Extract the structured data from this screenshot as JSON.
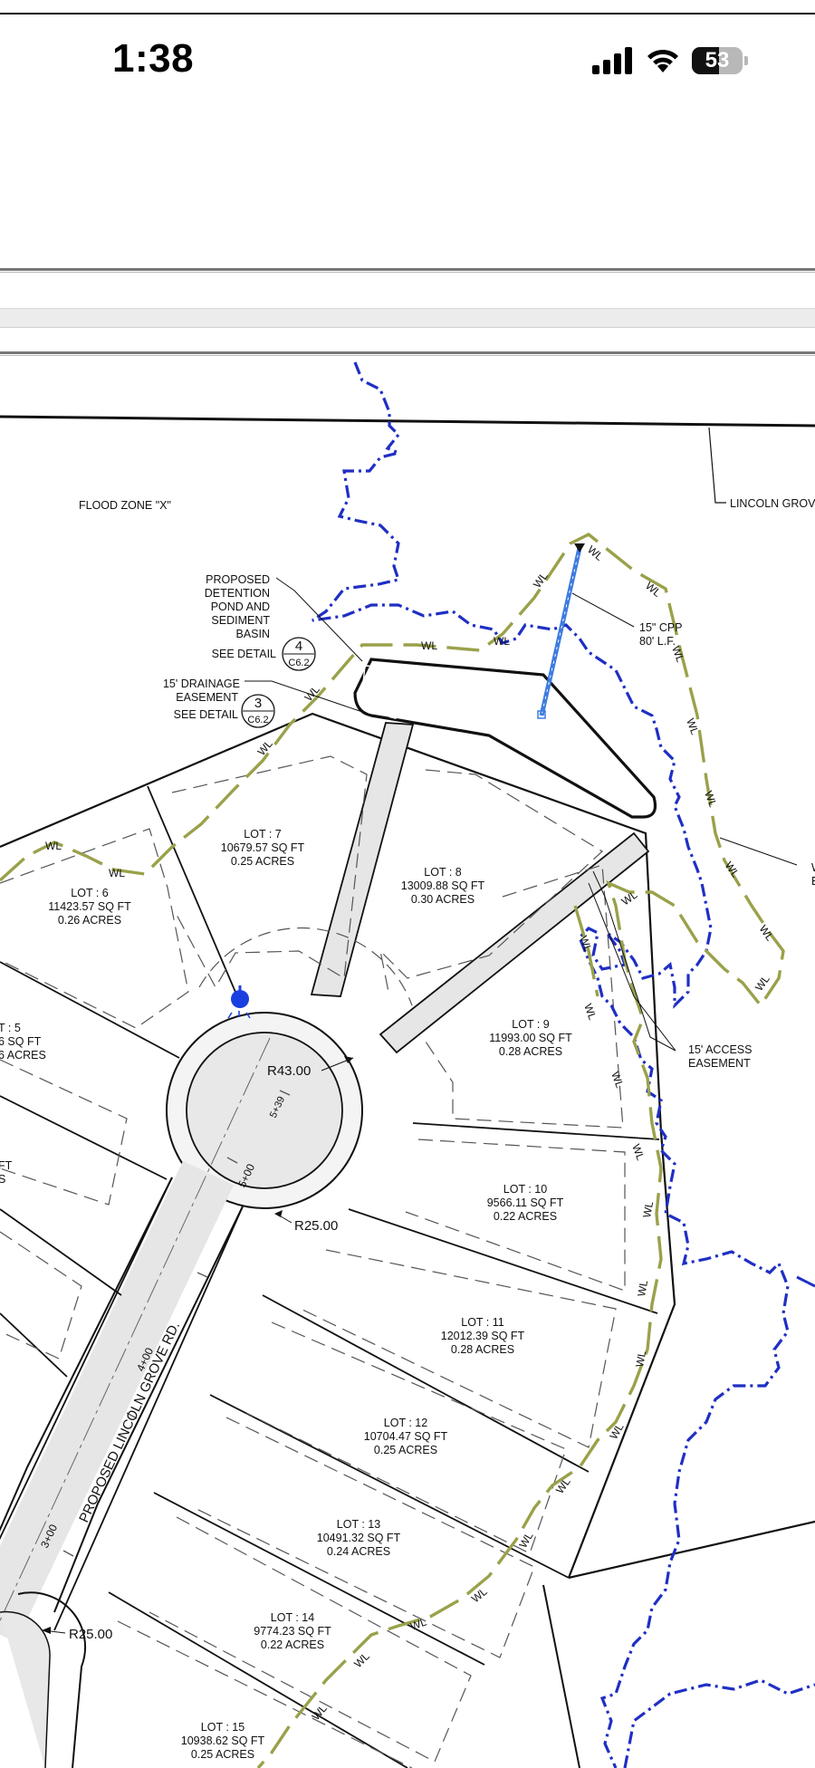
{
  "status_bar": {
    "time": "1:38",
    "battery_level": "53",
    "icons": [
      "cellular-signal-icon",
      "wifi-icon",
      "battery-icon"
    ]
  },
  "plan": {
    "flood_zone": "FLOOD ZONE \"X\"",
    "lincoln_grove_label": "LINCOLN GROV",
    "detention_label": [
      "PROPOSED",
      "DETENTION",
      "POND AND",
      "SEDIMENT",
      "BASIN"
    ],
    "detention_see_detail": "SEE DETAIL",
    "detention_detail_num": "4",
    "detention_detail_sheet": "C6.2",
    "drainage_label": [
      "15' DRAINAGE",
      "EASEMENT"
    ],
    "drainage_see_detail": "SEE DETAIL",
    "drainage_detail_num": "3",
    "drainage_detail_sheet": "C6.2",
    "cpp_label": [
      "15\" CPP",
      "80' L.F."
    ],
    "access_label": [
      "15' ACCESS",
      "EASEMENT"
    ],
    "partial_right_labels": [
      "W",
      "E"
    ],
    "road_name": "PROPOSED LINCOLN GROVE RD.",
    "radius_1": "R43.00",
    "radius_2": "R25.00",
    "radius_3": "R25.00",
    "stations": [
      "5+39",
      "5+00",
      "4+00",
      "3+00"
    ],
    "wetland_tag": "WL",
    "partial_lot_5": [
      "T : 5",
      "6 SQ FT",
      "6 ACRES"
    ],
    "partial_lot_4": [
      "FT",
      "S"
    ],
    "lots": [
      {
        "name": "LOT : 6",
        "area": "11423.57 SQ FT",
        "acres": "0.26 ACRES"
      },
      {
        "name": "LOT : 7",
        "area": "10679.57 SQ FT",
        "acres": "0.25 ACRES"
      },
      {
        "name": "LOT : 8",
        "area": "13009.88 SQ FT",
        "acres": "0.30 ACRES"
      },
      {
        "name": "LOT : 9",
        "area": "11993.00 SQ FT",
        "acres": "0.28 ACRES"
      },
      {
        "name": "LOT : 10",
        "area": "9566.11 SQ FT",
        "acres": "0.22 ACRES"
      },
      {
        "name": "LOT : 11",
        "area": "12012.39 SQ FT",
        "acres": "0.28 ACRES"
      },
      {
        "name": "LOT : 12",
        "area": "10704.47 SQ FT",
        "acres": "0.25 ACRES"
      },
      {
        "name": "LOT : 13",
        "area": "10491.32 SQ FT",
        "acres": "0.24 ACRES"
      },
      {
        "name": "LOT : 14",
        "area": "9774.23 SQ FT",
        "acres": "0.22 ACRES"
      },
      {
        "name": "LOT : 15",
        "area": "10938.62 SQ FT",
        "acres": "0.25 ACRES"
      }
    ],
    "colors": {
      "wetland_line": "#9aa14a",
      "flood_line": "#1f2fc4",
      "pipe": "#3d7be0",
      "road_fill": "#e6e6e6",
      "lot_line": "#111111",
      "setback": "#555555"
    }
  }
}
